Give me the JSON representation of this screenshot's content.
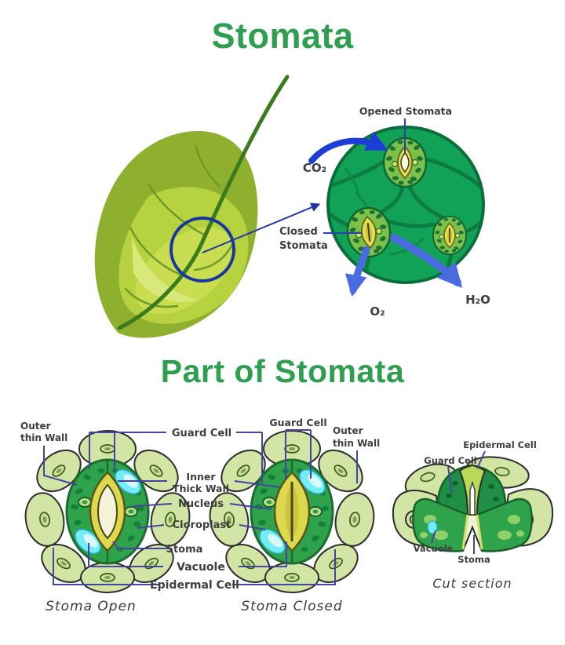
{
  "titles": {
    "main": "Stomata",
    "section": "Part of Stomata"
  },
  "colors": {
    "title_green": "#2e9e4f",
    "arrow_blue": "#4a6be0",
    "arrow_blue_dark": "#1c3ed6",
    "leader_blue": "#4444a2",
    "label_gray": "#3e3e3e",
    "leaf_green": "#9ebd35",
    "circle_green": "#12a257",
    "guard_green": "#2fa34c",
    "epidermal_green": "#d2e5a4",
    "vacuole_cyan": "#74eef4",
    "pore_yellow": "#ddd84e"
  },
  "leaf_view": {
    "labels": {
      "opened_stomata": "Opened Stomata",
      "closed_line1": "Closed",
      "closed_line2": "Stomata",
      "co2": "CO₂",
      "o2": "O₂",
      "h2o": "H₂O"
    }
  },
  "parts_view": {
    "open_diagram": {
      "outer_thin_wall_1": "Outer",
      "outer_thin_wall_2": "thin Wall",
      "caption": "Stoma Open"
    },
    "closed_diagram": {
      "guard_cell": "Guard Cell",
      "outer_thin_wall_1": "Outer",
      "outer_thin_wall_2": "thin Wall",
      "caption": "Stoma Closed"
    },
    "shared_labels": {
      "guard_cell": "Guard Cell",
      "inner_thick_wall_1": "Inner",
      "inner_thick_wall_2": "Thick Wall",
      "nucleus": "Nucleus",
      "cloroplast": "Cloroplast",
      "stoma": "Stoma",
      "vacuole": "Vacuole",
      "epidermal_cell": "Epidermal Cell"
    },
    "cut_diagram": {
      "epidermal_cell": "Epidermal Cell",
      "guard_cell": "Guard Cell",
      "vacuole": "Vacuole",
      "stoma": "Stoma",
      "caption": "Cut section"
    }
  }
}
